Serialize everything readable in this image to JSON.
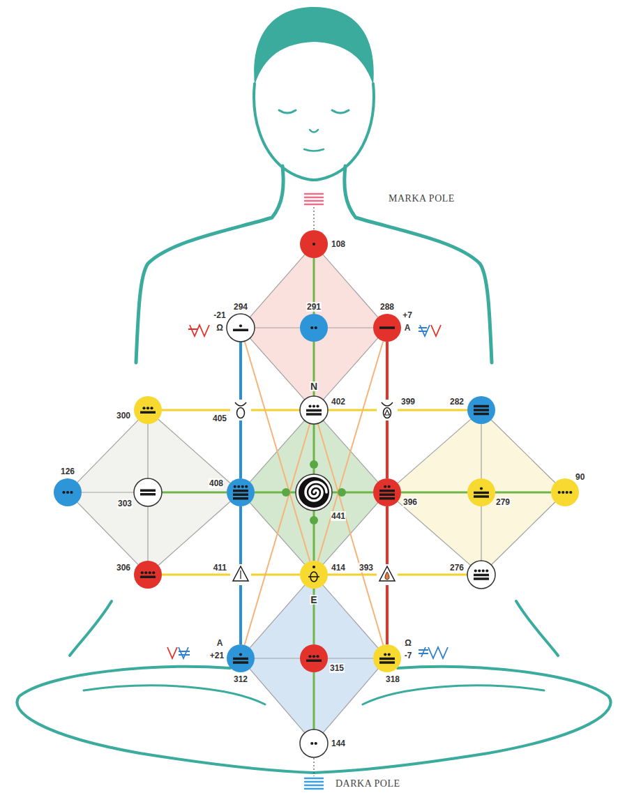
{
  "diagram": {
    "nodes": [
      {
        "text": [
          "108"
        ]
      },
      {
        "text": [
          "294"
        ]
      },
      {
        "text": [
          "291"
        ]
      },
      {
        "text": [
          "288"
        ]
      },
      {
        "text": [
          "300"
        ]
      },
      {
        "text": [
          "405"
        ]
      },
      {
        "text": [
          "402"
        ]
      },
      {
        "text": [
          "399"
        ]
      },
      {
        "text": [
          "282"
        ]
      },
      {
        "text": [
          "126"
        ]
      },
      {
        "text": [
          "303"
        ]
      },
      {
        "text": [
          "408"
        ]
      },
      {
        "text": [
          "441"
        ]
      },
      {
        "text": [
          "396"
        ]
      },
      {
        "text": [
          "279"
        ]
      },
      {
        "text": [
          "90"
        ]
      },
      {
        "text": [
          "306"
        ]
      },
      {
        "text": [
          "411"
        ]
      },
      {
        "text": [
          "414"
        ]
      },
      {
        "text": [
          "393"
        ]
      },
      {
        "text": [
          "276"
        ]
      },
      {
        "text": [
          "312"
        ]
      },
      {
        "text": [
          "315"
        ]
      },
      {
        "text": [
          "318"
        ]
      },
      {
        "text": [
          "144"
        ]
      }
    ],
    "edges": [
      {
        "from": 0,
        "to": 1,
        "arrow": "none"
      },
      {
        "from": 0,
        "to": 3,
        "arrow": "none"
      },
      {
        "from": 1,
        "to": 6,
        "arrow": "none"
      },
      {
        "from": 3,
        "to": 6,
        "arrow": "none"
      },
      {
        "from": 1,
        "to": 2,
        "arrow": "none"
      },
      {
        "from": 2,
        "to": 3,
        "arrow": "none"
      },
      {
        "from": 0,
        "to": 2,
        "arrow": "none"
      },
      {
        "from": 2,
        "to": 6,
        "arrow": "none"
      },
      {
        "from": 1,
        "to": 5,
        "arrow": "none"
      },
      {
        "from": 5,
        "to": 11,
        "arrow": "none"
      },
      {
        "from": 11,
        "to": 17,
        "arrow": "none"
      },
      {
        "from": 17,
        "to": 21,
        "arrow": "none"
      },
      {
        "from": 3,
        "to": 7,
        "arrow": "none"
      },
      {
        "from": 7,
        "to": 13,
        "arrow": "none"
      },
      {
        "from": 13,
        "to": 19,
        "arrow": "none"
      },
      {
        "from": 19,
        "to": 23,
        "arrow": "none"
      },
      {
        "from": 4,
        "to": 5,
        "arrow": "none"
      },
      {
        "from": 5,
        "to": 6,
        "arrow": "none"
      },
      {
        "from": 6,
        "to": 7,
        "arrow": "none"
      },
      {
        "from": 7,
        "to": 8,
        "arrow": "none"
      },
      {
        "from": 16,
        "to": 17,
        "arrow": "none"
      },
      {
        "from": 17,
        "to": 18,
        "arrow": "none"
      },
      {
        "from": 18,
        "to": 19,
        "arrow": "none"
      },
      {
        "from": 19,
        "to": 20,
        "arrow": "none"
      },
      {
        "from": 9,
        "to": 4,
        "arrow": "none"
      },
      {
        "from": 4,
        "to": 11,
        "arrow": "none"
      },
      {
        "from": 11,
        "to": 16,
        "arrow": "none"
      },
      {
        "from": 16,
        "to": 9,
        "arrow": "none"
      },
      {
        "from": 4,
        "to": 10,
        "arrow": "none"
      },
      {
        "from": 10,
        "to": 16,
        "arrow": "none"
      },
      {
        "from": 9,
        "to": 10,
        "arrow": "none"
      },
      {
        "from": 10,
        "to": 11,
        "arrow": "none"
      },
      {
        "from": 6,
        "to": 11,
        "arrow": "none"
      },
      {
        "from": 11,
        "to": 18,
        "arrow": "none"
      },
      {
        "from": 18,
        "to": 13,
        "arrow": "none"
      },
      {
        "from": 13,
        "to": 6,
        "arrow": "none"
      },
      {
        "from": 6,
        "to": 12,
        "arrow": "none"
      },
      {
        "from": 12,
        "to": 18,
        "arrow": "none"
      },
      {
        "from": 11,
        "to": 12,
        "arrow": "none"
      },
      {
        "from": 12,
        "to": 13,
        "arrow": "none"
      },
      {
        "from": 8,
        "to": 13,
        "arrow": "none"
      },
      {
        "from": 8,
        "to": 15,
        "arrow": "none"
      },
      {
        "from": 15,
        "to": 20,
        "arrow": "none"
      },
      {
        "from": 20,
        "to": 13,
        "arrow": "none"
      },
      {
        "from": 8,
        "to": 14,
        "arrow": "none"
      },
      {
        "from": 14,
        "to": 20,
        "arrow": "none"
      },
      {
        "from": 13,
        "to": 14,
        "arrow": "none"
      },
      {
        "from": 14,
        "to": 15,
        "arrow": "none"
      },
      {
        "from": 21,
        "to": 18,
        "arrow": "none"
      },
      {
        "from": 18,
        "to": 23,
        "arrow": "none"
      },
      {
        "from": 21,
        "to": 24,
        "arrow": "none"
      },
      {
        "from": 23,
        "to": 24,
        "arrow": "none"
      },
      {
        "from": 21,
        "to": 22,
        "arrow": "none"
      },
      {
        "from": 22,
        "to": 23,
        "arrow": "none"
      },
      {
        "from": 18,
        "to": 22,
        "arrow": "none"
      },
      {
        "from": 22,
        "to": 24,
        "arrow": "none"
      },
      {
        "from": 1,
        "to": 18,
        "arrow": "none"
      },
      {
        "from": 3,
        "to": 18,
        "arrow": "none"
      },
      {
        "from": 21,
        "to": 6,
        "arrow": "none"
      },
      {
        "from": 23,
        "to": 6,
        "arrow": "none"
      }
    ],
    "labels": [
      "MARKA POLE",
      "-21",
      "Ω",
      "+7",
      "A",
      "N",
      "E",
      "A",
      "+21",
      "Ω",
      "-7",
      "DARKA POLE"
    ]
  }
}
